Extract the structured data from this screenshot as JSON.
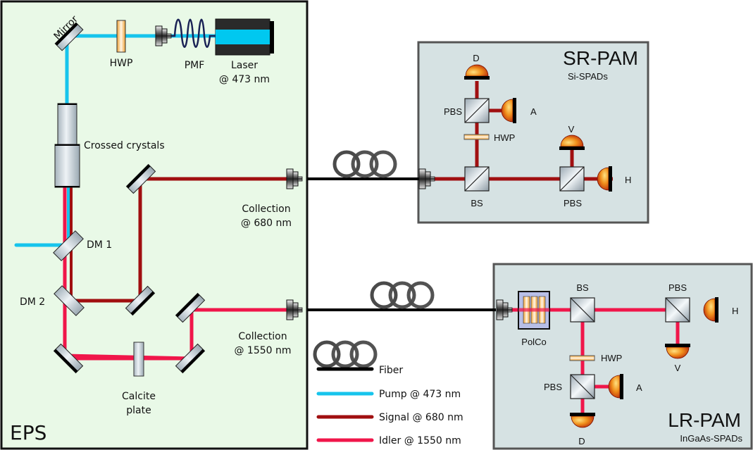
{
  "colors": {
    "pump": "#16c4ec",
    "signal": "#a00f10",
    "idler": "#f0164a",
    "fiber": "#000000",
    "eps_bg": "#e9f9e7",
    "pam_bg": "#d6e2e3"
  },
  "eps": {
    "title": "EPS",
    "mirror": "Mirror",
    "hwp": "HWP",
    "pmf": "PMF",
    "laser_line1": "Laser",
    "laser_line2": "@ 473 nm",
    "crystals": "Crossed crystals",
    "dm1": "DM 1",
    "dm2": "DM 2",
    "collection680_line1": "Collection",
    "collection680_line2": "@ 680 nm",
    "collection1550_line1": "Collection",
    "collection1550_line2": "@ 1550 nm",
    "calcite_line1": "Calcite",
    "calcite_line2": "plate"
  },
  "sr_pam": {
    "title": "SR-PAM",
    "subtitle": "Si-SPADs",
    "pbs_top": "PBS",
    "hwp": "HWP",
    "bs": "BS",
    "pbs_right": "PBS",
    "det_d": "D",
    "det_a": "A",
    "det_v": "V",
    "det_h": "H"
  },
  "lr_pam": {
    "title": "LR-PAM",
    "subtitle": "InGaAs-SPADs",
    "polco": "PolCo",
    "bs": "BS",
    "pbs_right": "PBS",
    "hwp": "HWP",
    "pbs_bottom": "PBS",
    "det_h": "H",
    "det_v": "V",
    "det_a": "A",
    "det_d": "D"
  },
  "legend": {
    "fiber": "Fiber",
    "pump": "Pump @ 473 nm",
    "signal": "Signal @ 680 nm",
    "idler": "Idler @ 1550 nm"
  }
}
